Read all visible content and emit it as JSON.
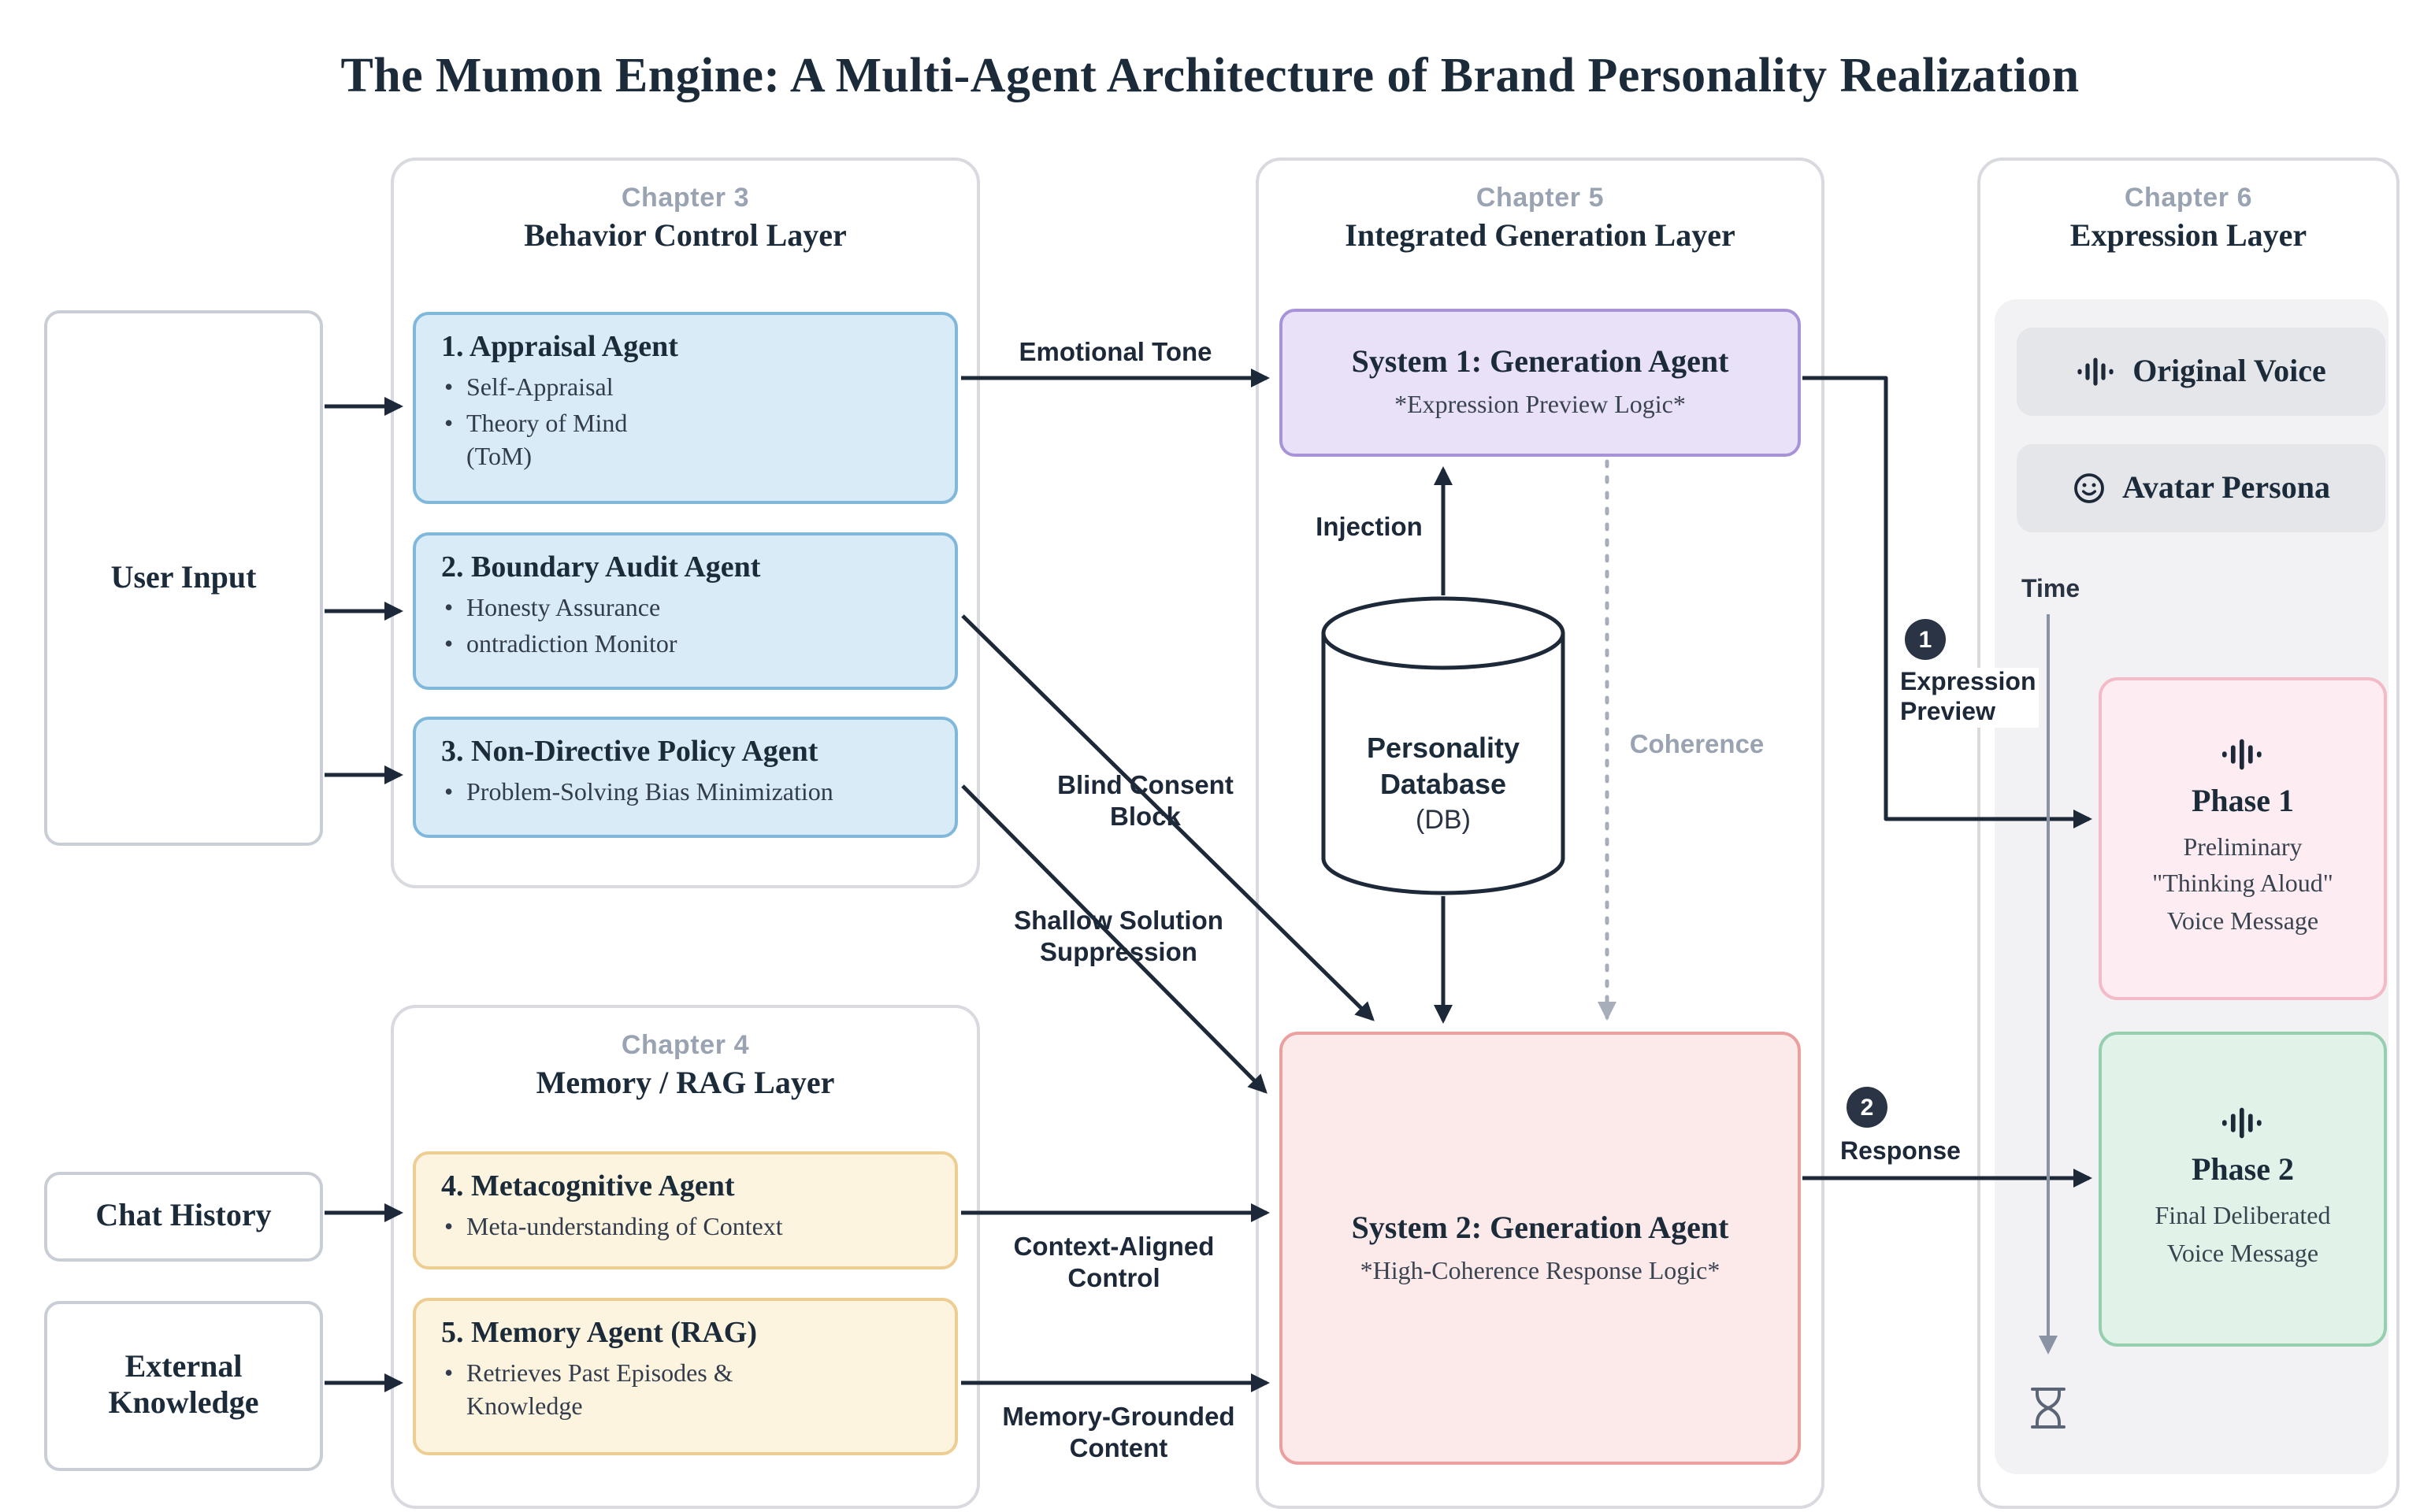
{
  "title": "The Mumon Engine: A Multi-Agent Architecture of Brand Personality Realization",
  "sources": {
    "user_input": "User Input",
    "chat_history": "Chat History",
    "external_knowledge": "External\nKnowledge"
  },
  "behavior_layer": {
    "chapter": "Chapter 3",
    "name": "Behavior Control Layer",
    "agents": [
      {
        "title": "1. Appraisal Agent",
        "bullets": [
          "Self-Appraisal",
          "Theory of Mind\n(ToM)"
        ]
      },
      {
        "title": "2. Boundary Audit Agent",
        "bullets": [
          "Honesty Assurance",
          "ontradiction Monitor"
        ]
      },
      {
        "title": "3. Non-Directive Policy Agent",
        "bullets": [
          "Problem-Solving Bias Minimization"
        ]
      }
    ]
  },
  "memory_layer": {
    "chapter": "Chapter 4",
    "name": "Memory / RAG Layer",
    "agents": [
      {
        "title": "4. Metacognitive Agent",
        "bullets": [
          "Meta-understanding of Context"
        ]
      },
      {
        "title": "5. Memory Agent (RAG)",
        "bullets": [
          "Retrieves Past Episodes &\nKnowledge"
        ]
      }
    ]
  },
  "generation_layer": {
    "chapter": "Chapter 5",
    "name": "Integrated Generation Layer",
    "system1_title": "System 1: Generation Agent",
    "system1_subtitle": "*Expression Preview Logic*",
    "database_name": "Personality\nDatabase",
    "database_abbr": "(DB)",
    "system2_title": "System 2: Generation Agent",
    "system2_subtitle": "*High-Coherence Response Logic*"
  },
  "expression_layer": {
    "chapter": "Chapter 6",
    "name": "Expression Layer",
    "original_voice": "Original Voice",
    "avatar_persona": "Avatar Persona",
    "time_label": "Time",
    "phase1_title": "Phase 1",
    "phase1_desc": "Preliminary\n\"Thinking Aloud\"\nVoice Message",
    "phase2_title": "Phase 2",
    "phase2_desc": "Final Deliberated\nVoice Message"
  },
  "edges": {
    "emotional_tone": "Emotional Tone",
    "injection": "Injection",
    "coherence": "Coherence",
    "blind_consent_block": "Blind Consent\nBlock",
    "shallow_solution_suppression": "Shallow Solution\nSuppression",
    "context_aligned_control": "Context-Aligned\nControl",
    "memory_grounded_content": "Memory-Grounded\nContent"
  },
  "annotations": {
    "badge1": "1",
    "badge1_label": "Expression\nPreview",
    "badge2": "2",
    "badge2_label": "Response"
  },
  "colors": {
    "ink": "#1d2939",
    "agent_blue_bg": "#d8ebf7",
    "agent_blue_border": "#7fb8da",
    "agent_yellow_bg": "#fdf4df",
    "agent_yellow_border": "#edcd92",
    "system1_purple_bg": "#e9e1f7",
    "system1_purple_border": "#a993d8",
    "system2_red_bg": "#fce9e9",
    "system2_red_border": "#ec9f9f",
    "phase1_pink_bg": "#fdecf1",
    "phase1_pink_border": "#f3bac8",
    "phase2_green_bg": "#e1f3e9",
    "phase2_green_border": "#96cfaf",
    "panel_gray": "#f2f2f5",
    "pill_gray": "#e5e6ea",
    "muted_gray": "#9aa3b2"
  }
}
